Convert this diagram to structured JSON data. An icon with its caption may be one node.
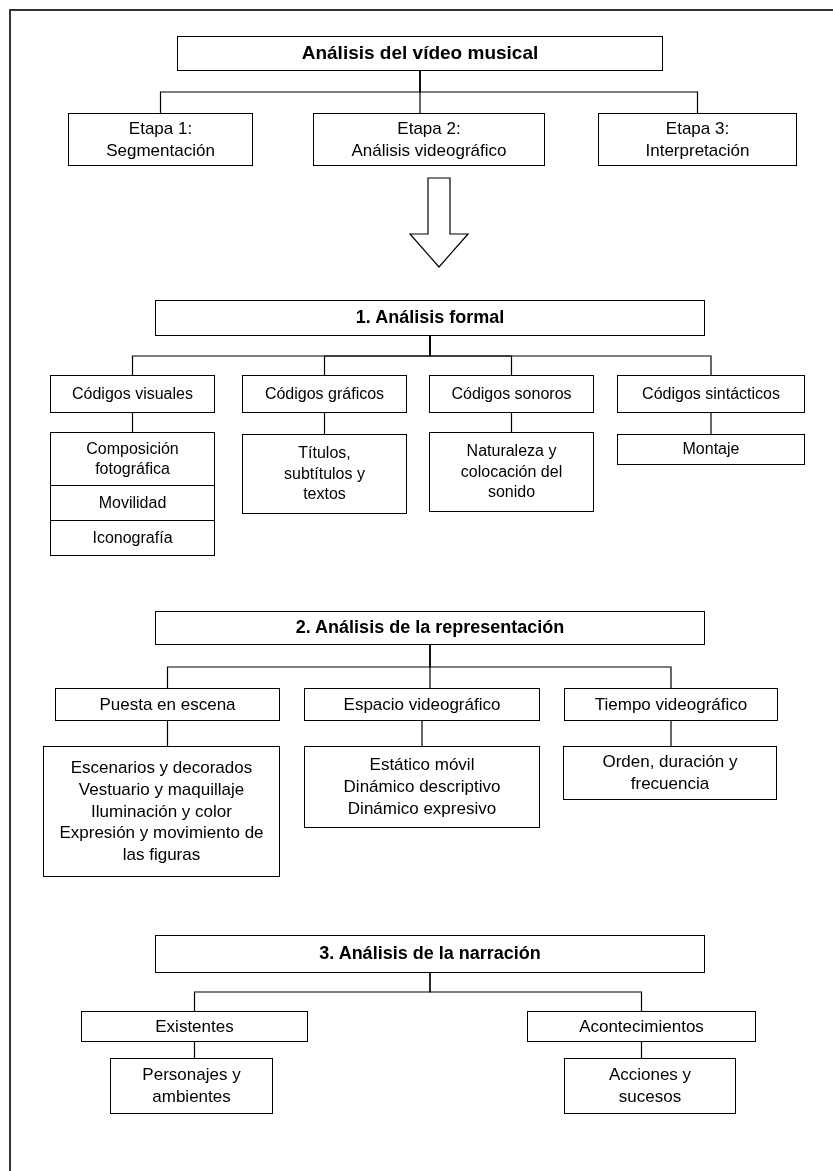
{
  "diagram": {
    "nodes": [
      {
        "text": [
          "Análisis del vídeo musical"
        ]
      },
      {
        "text": [
          "Etapa 1:",
          "Segmentación"
        ]
      },
      {
        "text": [
          "Etapa 2:",
          "Análisis videográfico"
        ]
      },
      {
        "text": [
          "Etapa 3:",
          "Interpretación"
        ]
      },
      {
        "text": [
          "1. Análisis formal"
        ]
      },
      {
        "text": [
          "Códigos visuales"
        ]
      },
      {
        "text": [
          "Códigos gráficos"
        ]
      },
      {
        "text": [
          "Códigos sonoros"
        ]
      },
      {
        "text": [
          "Códigos sintácticos"
        ]
      },
      {
        "text": [
          "Composición fotográfica"
        ]
      },
      {
        "text": [
          "Movilidad"
        ]
      },
      {
        "text": [
          "Iconografía"
        ]
      },
      {
        "text": [
          "Títulos, subtítulos y textos"
        ]
      },
      {
        "text": [
          "Naturaleza y colocación del sonido"
        ]
      },
      {
        "text": [
          "Montaje"
        ]
      },
      {
        "text": [
          "2. Análisis de la representación"
        ]
      },
      {
        "text": [
          "Puesta en escena"
        ]
      },
      {
        "text": [
          "Espacio videográfico"
        ]
      },
      {
        "text": [
          "Tiempo videográfico"
        ]
      },
      {
        "text": [
          "Escenarios y decorados",
          "Vestuario y maquillaje",
          "Iluminación y color",
          "Expresión y movimiento de las figuras"
        ]
      },
      {
        "text": [
          "Estático móvil",
          "Dinámico descriptivo",
          "Dinámico expresivo"
        ]
      },
      {
        "text": [
          "Orden, duración y frecuencia"
        ]
      },
      {
        "text": [
          "3. Análisis de la narración"
        ]
      },
      {
        "text": [
          "Existentes"
        ]
      },
      {
        "text": [
          "Acontecimientos"
        ]
      },
      {
        "text": [
          "Personajes y ambientes"
        ]
      },
      {
        "text": [
          "Acciones y sucesos"
        ]
      }
    ],
    "edges": [
      {
        "from": 0,
        "to": 1,
        "arrow": "none"
      },
      {
        "from": 0,
        "to": 2,
        "arrow": "none"
      },
      {
        "from": 0,
        "to": 3,
        "arrow": "none"
      },
      {
        "from": 2,
        "to": 4,
        "arrow": "to",
        "style": "thick"
      },
      {
        "from": 4,
        "to": 5,
        "arrow": "none"
      },
      {
        "from": 4,
        "to": 6,
        "arrow": "none"
      },
      {
        "from": 4,
        "to": 7,
        "arrow": "none"
      },
      {
        "from": 4,
        "to": 8,
        "arrow": "none"
      },
      {
        "from": 5,
        "to": 9,
        "arrow": "none"
      },
      {
        "from": 6,
        "to": 12,
        "arrow": "none"
      },
      {
        "from": 7,
        "to": 13,
        "arrow": "none"
      },
      {
        "from": 8,
        "to": 14,
        "arrow": "none"
      },
      {
        "from": 15,
        "to": 16,
        "arrow": "none"
      },
      {
        "from": 15,
        "to": 17,
        "arrow": "none"
      },
      {
        "from": 15,
        "to": 18,
        "arrow": "none"
      },
      {
        "from": 16,
        "to": 19,
        "arrow": "none"
      },
      {
        "from": 17,
        "to": 20,
        "arrow": "none"
      },
      {
        "from": 18,
        "to": 21,
        "arrow": "none"
      },
      {
        "from": 22,
        "to": 23,
        "arrow": "none"
      },
      {
        "from": 22,
        "to": 24,
        "arrow": "none"
      },
      {
        "from": 23,
        "to": 25,
        "arrow": "none"
      },
      {
        "from": 24,
        "to": 26,
        "arrow": "none"
      }
    ]
  }
}
